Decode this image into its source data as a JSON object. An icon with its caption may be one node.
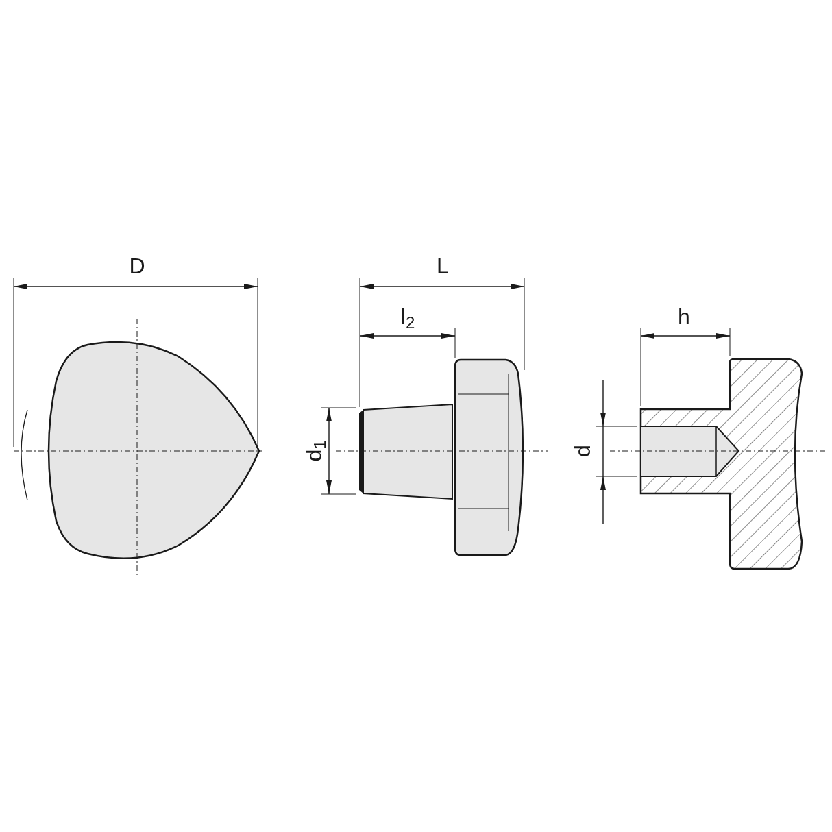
{
  "diagram": {
    "labels": [
      "D",
      "L",
      "l$_{2}$",
      "h",
      "d$_{1}$",
      "d"
    ]
  }
}
